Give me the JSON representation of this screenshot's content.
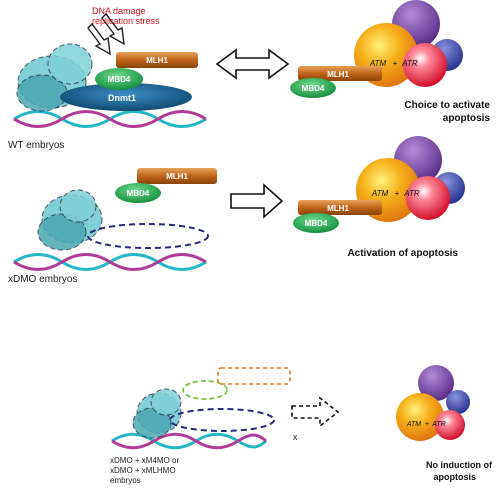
{
  "labels": {
    "damage_line1": "DNA damage",
    "damage_line2": "replication stress",
    "mlh1": "MLH1",
    "mbd4": "MBD4",
    "dnmt1": "Dnmt1",
    "atm": "ATM",
    "plus": "+",
    "atr": "ATR",
    "x_mark": "x"
  },
  "panels": {
    "wt": {
      "caption": "WT embryos",
      "outcome_line1": "Choice to activate",
      "outcome_line2": "apoptosis"
    },
    "xdmo": {
      "caption": "xDMO embryos",
      "outcome": "Activation of apoptosis"
    },
    "knockdown": {
      "caption_line1": "xDMO + xM4MO or",
      "caption_line2": "xDMO + xMLHMO",
      "caption_line3": "embryos",
      "outcome_line1": "No induction of",
      "outcome_line2": "apoptosis"
    }
  },
  "colors": {
    "damage_text": "#d9141b",
    "mlh1": "#c0651a",
    "mbd4": "#1fa24a",
    "dnmt1": "#0d4f7a",
    "chromatin": "#6cc7d1",
    "atm": "#f5a623",
    "atr": "#e8203a",
    "purple": "#6a3b98",
    "blue": "#3740a3",
    "dna_a": "#25b6c8",
    "dna_b": "#b13c98",
    "dashed_blue": "#2a2a7c",
    "dashed_green": "#7cc341",
    "dashed_orange": "#e07b1a"
  }
}
